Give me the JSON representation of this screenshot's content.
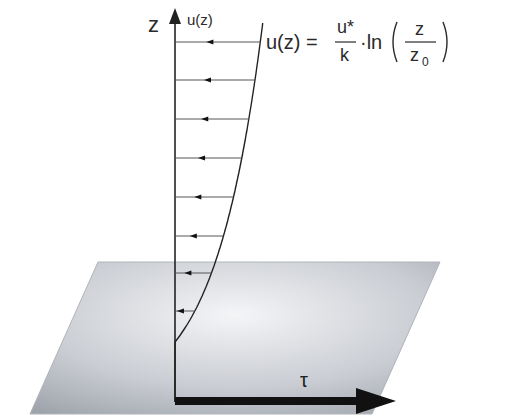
{
  "diagram": {
    "labels": [
      "z",
      "u(z)",
      "u(z) =",
      "u*",
      "k",
      "·ln",
      "z",
      "z",
      "0",
      "τ"
    ]
  }
}
